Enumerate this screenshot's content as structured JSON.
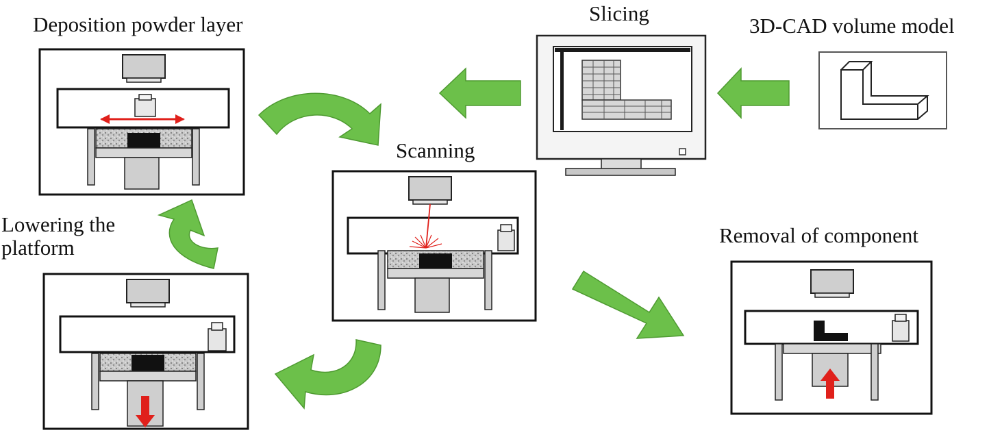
{
  "labels": {
    "deposition": "Deposition powder layer",
    "slicing": "Slicing",
    "cad": "3D-CAD volume model",
    "scanning": "Scanning",
    "lowering_line1": "Lowering the",
    "lowering_line2": "platform",
    "removal": "Removal of component"
  },
  "colors": {
    "arrow_green": "#6cc04a",
    "arrow_green_edge": "#4e9a31",
    "red_accent": "#e0201b",
    "powder_gray": "#b8b8b8",
    "frame": "#111111"
  },
  "icons": {
    "stage_1": "recoater-spreading-powder",
    "stage_2": "laser-scanning-powder",
    "stage_3": "platform-lowering",
    "stage_4": "component-removal",
    "slicing": "computer-monitor-sliced-model",
    "cad": "l-shaped-solid-model"
  }
}
